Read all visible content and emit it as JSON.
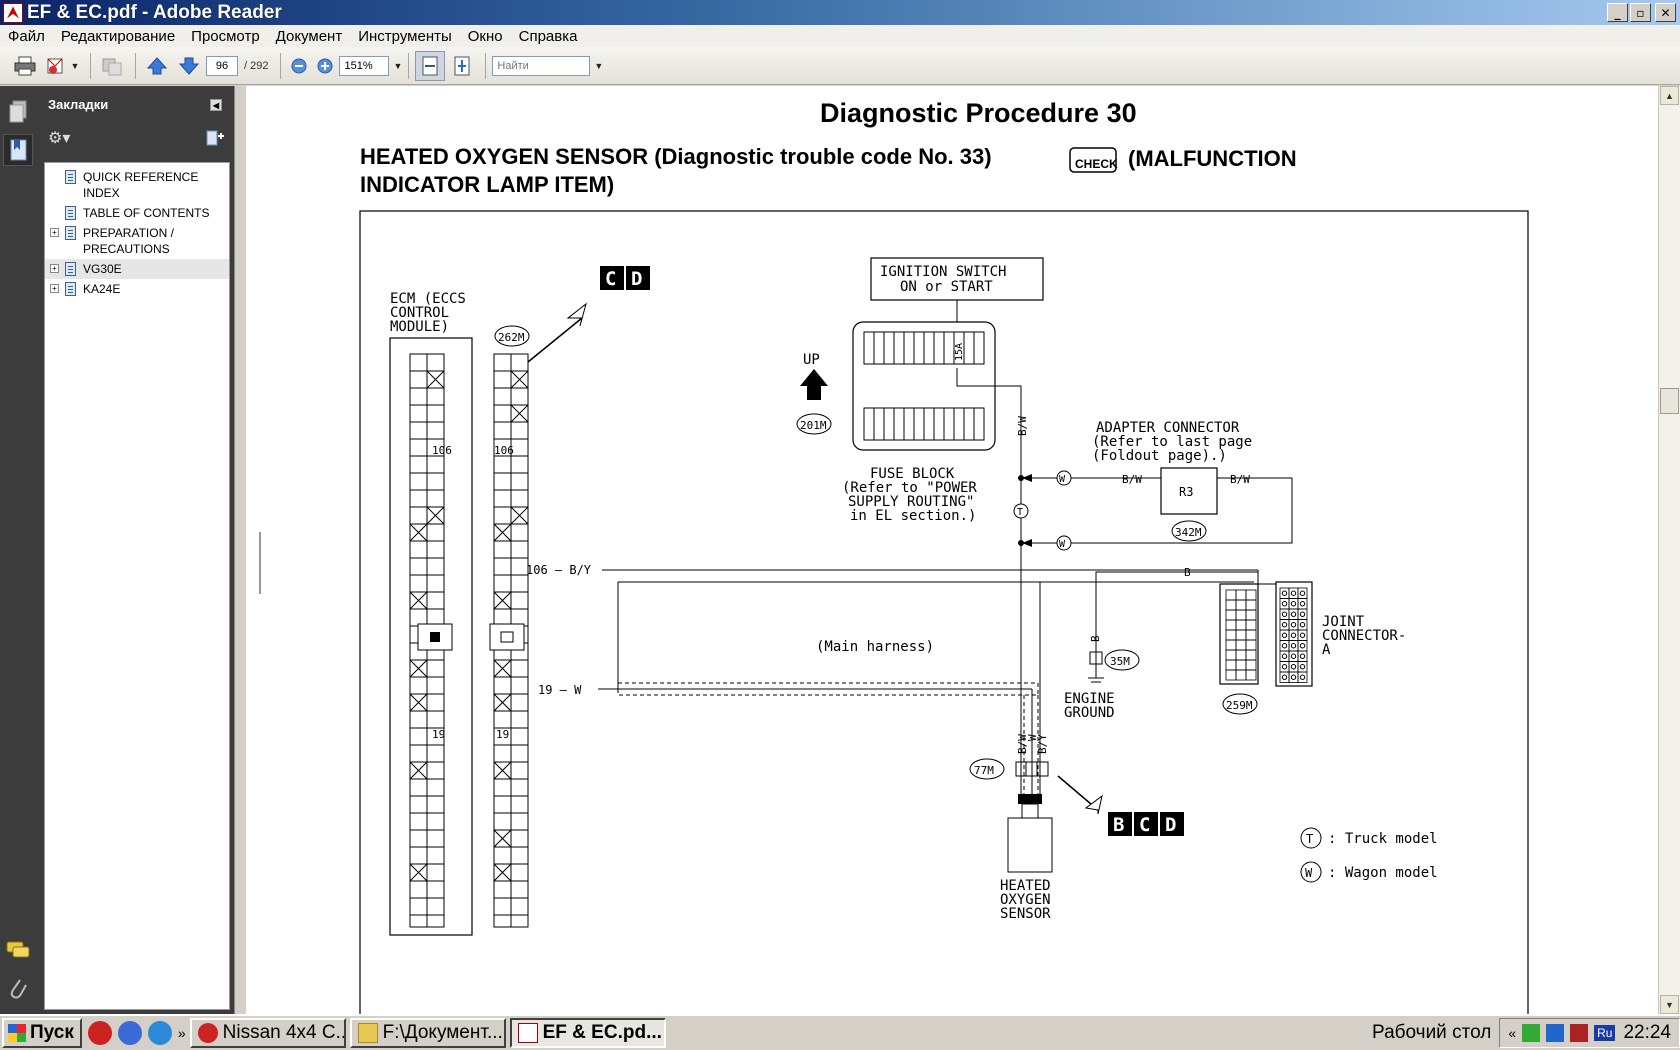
{
  "window": {
    "title": "EF & EC.pdf - Adobe Reader",
    "controls": [
      "_",
      "▫",
      "✕"
    ]
  },
  "menu": [
    "Файл",
    "Редактирование",
    "Просмотр",
    "Документ",
    "Инструменты",
    "Окно",
    "Справка"
  ],
  "toolbar": {
    "page_current": "96",
    "page_total": "/ 292",
    "zoom": "151%",
    "search_placeholder": "Найти"
  },
  "bookmarks": {
    "header": "Закладки",
    "items": [
      {
        "label": "QUICK REFERENCE INDEX",
        "expandable": false
      },
      {
        "label": "TABLE OF CONTENTS",
        "expandable": false
      },
      {
        "label": "PREPARATION / PRECAUTIONS",
        "expandable": true
      },
      {
        "label": "VG30E",
        "expandable": true,
        "selected": true
      },
      {
        "label": "KA24E",
        "expandable": true
      }
    ]
  },
  "document": {
    "heading": "Diagnostic Procedure 30",
    "title_line1_a": "HEATED OXYGEN SENSOR (Diagnostic trouble code No. 33)",
    "check_icon": "CHECK",
    "title_line1_b": "(MALFUNCTION",
    "title_line2": "INDICATOR LAMP ITEM)",
    "diagram": {
      "ecm_label": [
        "ECM (ECCS",
        "CONTROL",
        "MODULE)"
      ],
      "connector_262": "262M",
      "connector_201": "201M",
      "connector_342": "342M",
      "connector_35": "35M",
      "connector_259": "259M",
      "connector_77": "77M",
      "pin_106": "106",
      "pin_19": "19",
      "ref_boxes_top": [
        "C",
        "D"
      ],
      "ref_boxes_bottom": [
        "B",
        "C",
        "D"
      ],
      "up_label": "UP",
      "ignition": [
        "IGNITION SWITCH",
        "ON or START"
      ],
      "fuse_15a": "15A",
      "fuse_block": [
        "FUSE BLOCK",
        "(Refer to \"POWER",
        "SUPPLY ROUTING\"",
        "in EL section.)"
      ],
      "adapter": [
        "ADAPTER CONNECTOR",
        "(Refer to last page",
        "(Foldout page).)"
      ],
      "r3": "R3",
      "wire_bw": "B/W",
      "wire_b": "B",
      "wire_w": "W",
      "wire_by": "B/Y",
      "marker_w": "W",
      "marker_t": "T",
      "line_106": "106 — B/Y",
      "line_19": "19 — W",
      "main_harness": "(Main harness)",
      "engine_ground": [
        "ENGINE",
        "GROUND"
      ],
      "joint_connector": [
        "JOINT",
        "CONNECTOR-",
        "A"
      ],
      "sensor": [
        "HEATED",
        "OXYGEN",
        "SENSOR"
      ],
      "legend_t": ": Truck model",
      "legend_w": ": Wagon model"
    }
  },
  "taskbar": {
    "start": "Пуск",
    "tasks": [
      {
        "label": "Nissan 4x4 C...",
        "active": false
      },
      {
        "label": "F:\\Документ...",
        "active": false
      },
      {
        "label": "EF & EC.pd...",
        "active": true
      }
    ],
    "desktop": "Рабочий стол",
    "lang": "Ru",
    "clock": "22:24"
  },
  "colors": {
    "title_gradient_start": "#0a246a",
    "title_gradient_end": "#a6caf0",
    "panel_dark": "#3c3c3c"
  }
}
